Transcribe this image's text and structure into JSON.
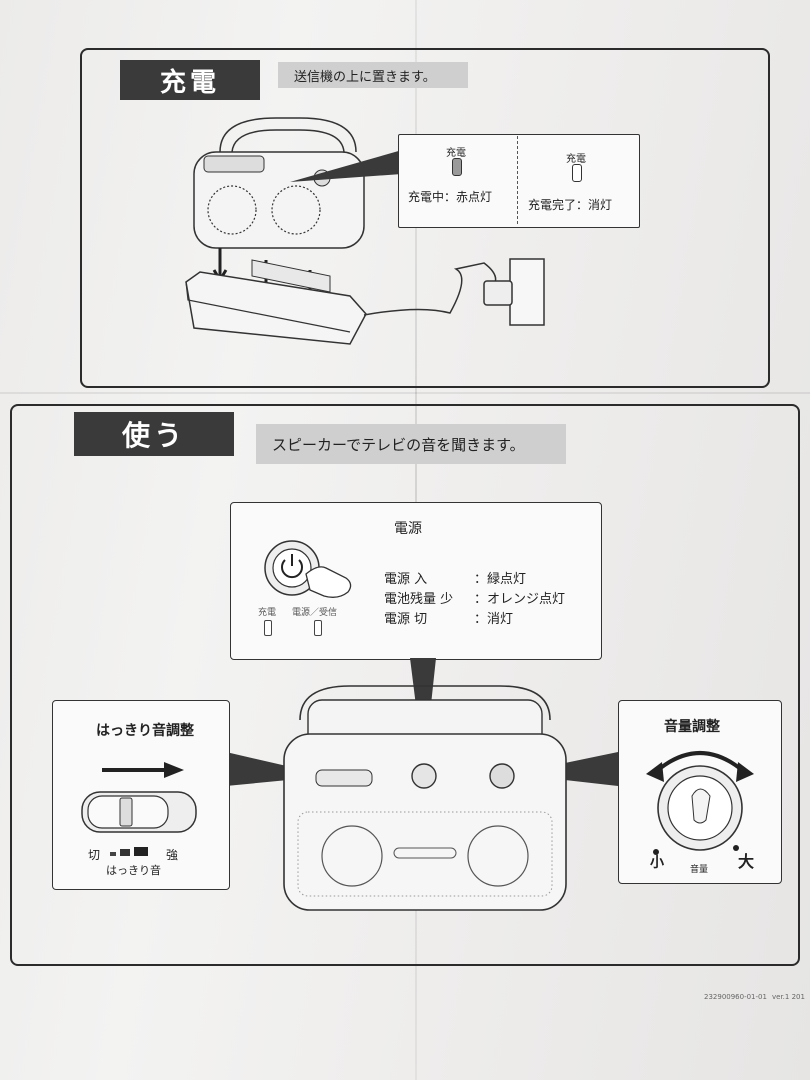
{
  "charge": {
    "tab": "充電",
    "note": "送信機の上に置きます。",
    "callout_left_title": "充電",
    "callout_left_status": "充電中：赤点灯",
    "callout_right_title": "充電",
    "callout_right_status": "充電完了：消灯"
  },
  "use": {
    "tab": "使う",
    "note": "スピーカーでテレビの音を聞きます。",
    "power": {
      "title": "電源",
      "led_charge_label": "充電",
      "led_power_label": "電源／受信",
      "rows": [
        {
          "label": "電源 入",
          "state": "：緑点灯"
        },
        {
          "label": "電池残量 少",
          "state": "：オレンジ点灯"
        },
        {
          "label": "電源 切",
          "state": "：消灯"
        }
      ]
    },
    "clarity": {
      "title": "はっきり音調整",
      "off_label": "切",
      "strong_label": "強",
      "caption": "はっきり音"
    },
    "volume": {
      "title": "音量調整",
      "small_label": "小",
      "large_label": "大",
      "caption": "音量"
    }
  },
  "footer": {
    "code": "232900960-01-01",
    "version": "ver.1  201"
  }
}
